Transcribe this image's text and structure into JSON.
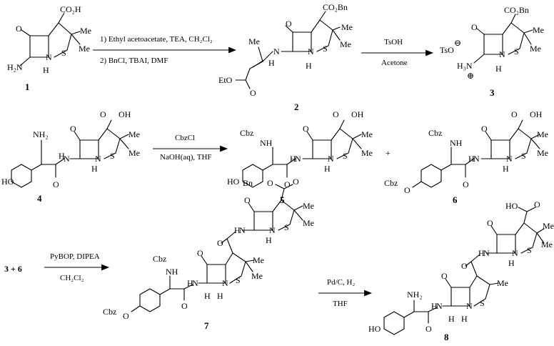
{
  "compounds": {
    "c1": {
      "number": "1",
      "labels": {
        "amine": "H₂N",
        "oxo": "O",
        "n": "N",
        "s": "S",
        "h": "H",
        "acid": "CO₂H",
        "me1": "Me",
        "me2": "Me"
      }
    },
    "c2": {
      "number": "2",
      "labels": {
        "ester": "CO₂Bn",
        "me_vinyl": "Me",
        "oxo": "O",
        "n": "N",
        "nh_n": "N",
        "nh_h": "H",
        "s": "S",
        "h": "H",
        "me1": "Me",
        "me2": "Me",
        "eto": "EtO",
        "carbonyl_o": "O"
      }
    },
    "c3": {
      "number": "3",
      "labels": {
        "tso": "TsO",
        "minus": "⊖",
        "oxo": "O",
        "n": "N",
        "s": "S",
        "h": "H",
        "ester": "CO₂Bn",
        "me1": "Me",
        "me2": "Me",
        "ammonium": "H₃N",
        "plus": "⊕"
      }
    },
    "c4": {
      "number": "4",
      "labels": {
        "nh2": "NH₂",
        "oxo": "O",
        "n": "N",
        "s": "S",
        "h": "H",
        "nh": "N",
        "nh_h": "H",
        "amide_o": "O",
        "oh_acid": "OH",
        "acid_o": "O",
        "me1": "Me",
        "me2": "Me",
        "ho": "HO"
      }
    },
    "c5": {
      "number": "5",
      "labels": {
        "cbz": "Cbz",
        "nh": "NH",
        "oxo": "O",
        "n": "N",
        "s": "S",
        "h": "H",
        "amide_n": "N",
        "amide_h": "H",
        "amide_o": "O",
        "oh_acid": "OH",
        "acid_o": "O",
        "me1": "Me",
        "me2": "Me",
        "ho": "HO"
      }
    },
    "c6": {
      "number": "6",
      "labels": {
        "cbz": "Cbz",
        "nh": "NH",
        "oxo": "O",
        "n": "N",
        "s": "S",
        "h": "H",
        "amide_n": "N",
        "amide_h": "H",
        "amide_o": "O",
        "oh_acid": "OH",
        "acid_o": "O",
        "me1": "Me",
        "me2": "Me",
        "cbz_o": "Cbz",
        "o_link": "O"
      }
    },
    "c7": {
      "number": "7",
      "labels": {
        "bno": "Bn",
        "o_ester": "O",
        "ester_o": "O",
        "cbz": "Cbz",
        "nh": "NH",
        "oxo_a": "O",
        "n_a": "N",
        "s_a": "S",
        "h_a1": "H",
        "h_a2": "H",
        "amide_n_a": "N",
        "amide_h_a": "H",
        "amide_o_a": "O",
        "me_a": "Me",
        "me_a2": "Me",
        "oxo_b": "O",
        "n_b": "N",
        "s_b": "S",
        "h_b": "H",
        "amide_n_b": "N",
        "amide_h_b": "H",
        "amide_o_b": "O",
        "me_b1": "Me",
        "me_b2": "Me",
        "cbz_o": "Cbz",
        "o_link": "O"
      }
    },
    "c8": {
      "number": "8",
      "labels": {
        "ho_acid": "HO",
        "acid_o": "O",
        "nh2": "NH₂",
        "oxo_a": "O",
        "n_a": "N",
        "s_a": "S",
        "h_a1": "H",
        "h_a2": "H",
        "amide_n_a": "N",
        "amide_h_a": "H",
        "amide_o_a": "O",
        "me_a": "Me",
        "oxo_b": "O",
        "n_b": "N",
        "s_b": "S",
        "h_b": "H",
        "amide_n_b": "N",
        "amide_h_b": "H",
        "amide_o_b": "O",
        "me_b1": "Me",
        "me_b2": "Me",
        "ho": "HO"
      }
    }
  },
  "reactions": {
    "r1": {
      "above": "1) Ethyl acetoacetate, TEA, CH₂Cl₂",
      "below": "2) BnCl, TBAI, DMF"
    },
    "r2": {
      "above": "TsOH",
      "below": "Acetone"
    },
    "r3": {
      "above": "CbzCl",
      "below": "NaOH(aq), THF"
    },
    "r4": {
      "above": "PyBOP, DIPEA",
      "below": "CH₂Cl₂"
    },
    "r5": {
      "above": "Pd/C, H₂",
      "below": "THF"
    }
  },
  "operators": {
    "plus": "+",
    "reactants": "3 + 6"
  }
}
